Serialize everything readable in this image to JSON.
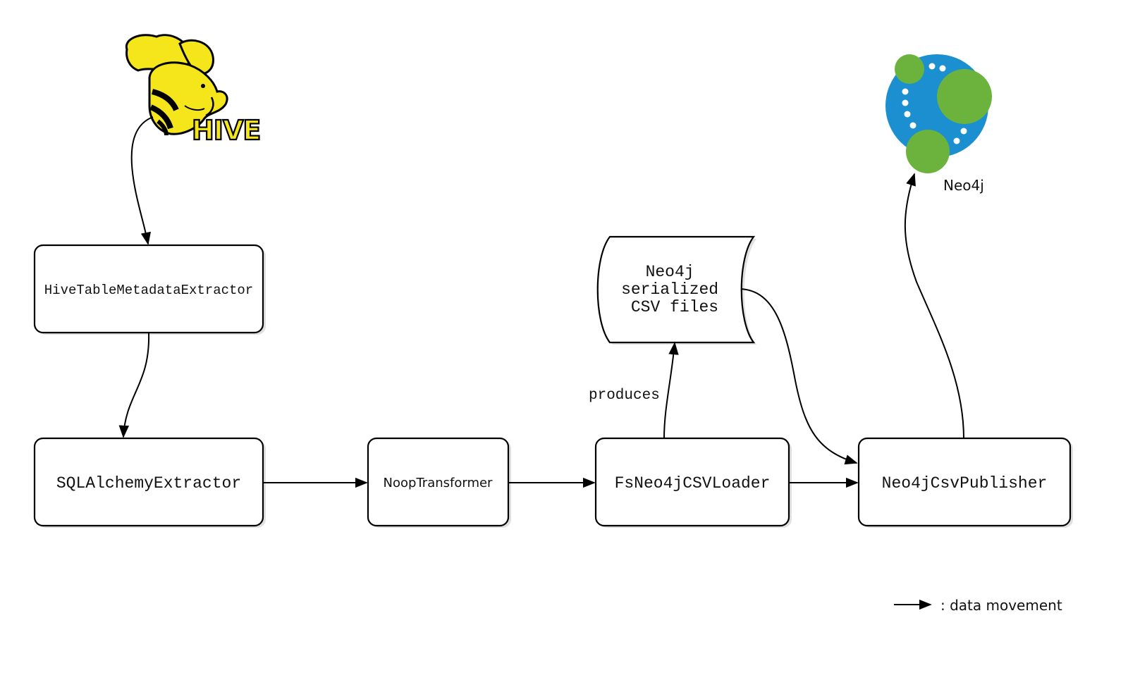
{
  "logos": {
    "hive": {
      "wordmark": "HIVE",
      "body_color": "#f5e51b",
      "outline_color": "#000000"
    },
    "neo4j": {
      "wordmark": "Neo4j",
      "ring_color": "#1b8fcf",
      "node_color": "#6cb33e",
      "dot_color": "#ffffff"
    }
  },
  "nodes": {
    "hive_extractor": "HiveTableMetadataExtractor",
    "sqlalchemy_extractor": "SQLAlchemyExtractor",
    "noop_transformer": "NoopTransformer",
    "csv_loader": "FsNeo4jCSVLoader",
    "csv_publisher": "Neo4jCsvPublisher",
    "csv_files": [
      "Neo4j",
      "serialized",
      "CSV files"
    ]
  },
  "edge_labels": {
    "produces": "produces"
  },
  "legend": {
    "label": ": data movement"
  }
}
